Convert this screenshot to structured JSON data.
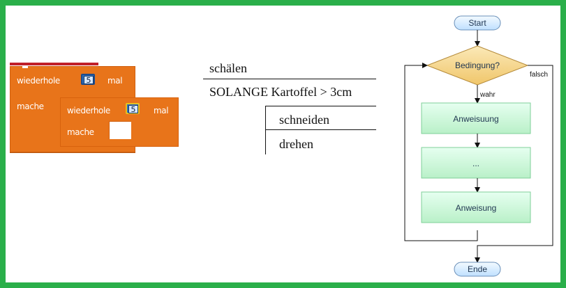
{
  "blocks": {
    "outer": {
      "repeat_label": "wiederhole",
      "times_label": "mal",
      "do_label": "mache",
      "count": "5"
    },
    "inner": {
      "repeat_label": "wiederhole",
      "times_label": "mal",
      "do_label": "mache",
      "count": "5"
    }
  },
  "struktogramm": {
    "step1": "schälen",
    "loop_condition": "SOLANGE Kartoffel > 3cm",
    "body1": "schneiden",
    "body2": "drehen"
  },
  "flowchart": {
    "start": "Start",
    "condition": "Bedingung?",
    "true_label": "wahr",
    "false_label": "falsch",
    "step1": "Anweisuung",
    "step2": "...",
    "step3": "Anweisung",
    "end": "Ende"
  },
  "colors": {
    "frame": "#2aaf4a",
    "block": "#e8741a",
    "diamond": "#f2d38a",
    "process": "#c8f2d1",
    "terminal": "#d6ebff"
  }
}
